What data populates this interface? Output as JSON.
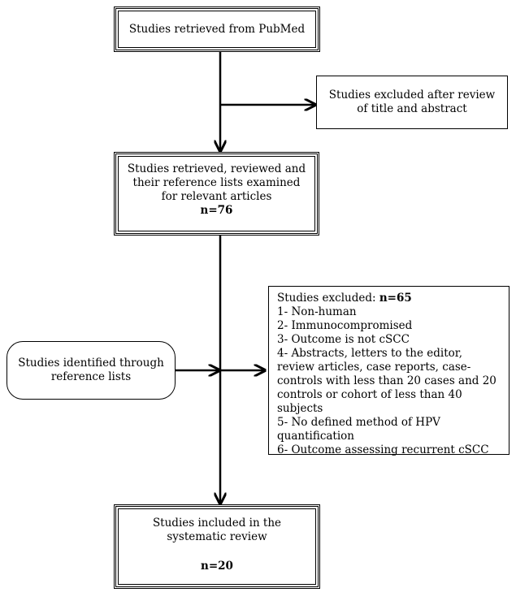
{
  "box_pubmed": {
    "text": "Studies retrieved from PubMed"
  },
  "box_excluded_title": {
    "text": "Studies excluded after review of title and abstract"
  },
  "box_reviewed": {
    "text": "Studies retrieved, reviewed and their reference lists examined for relevant articles",
    "count": "n=76"
  },
  "box_identified": {
    "text": "Studies identified through reference lists"
  },
  "box_excluded": {
    "heading": "Studies excluded: ",
    "count": "n=65",
    "items": [
      "1- Non-human",
      "2- Immunocompromised",
      "3- Outcome is not cSCC",
      "4- Abstracts, letters to the editor, review articles, case reports, case-controls with less than 20 cases and 20 controls or cohort of less than 40 subjects",
      "5- No defined method of HPV quantification",
      "6- Outcome assessing recurrent cSCC"
    ]
  },
  "box_included": {
    "text": "Studies included in the systematic review",
    "count": "n=20"
  }
}
